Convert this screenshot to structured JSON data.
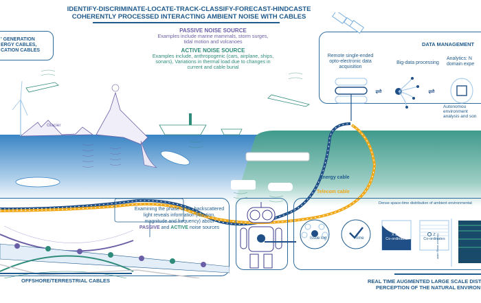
{
  "header": {
    "title_line1": "IDENTIFY-DISCRIMINATE-LOCATE-TRACK-CLASSIFY-FORECAST-HINDCASTE",
    "title_line2": "COHERENTLY PROCESSED INTERACTING AMBIENT NOISE WITH CABLES"
  },
  "left_box": {
    "lines": [
      "' GENERATION",
      "ERGY CABLES,",
      "CATION CABLES"
    ]
  },
  "noise_sources": {
    "passive_title": "PASSIVE NOISE SOURCE",
    "passive_text_1": "Examples include marine mammals, storm surges,",
    "passive_text_2": "tidal motion and volcanoes",
    "active_title": "ACTIVE NOISE SOURCE",
    "active_text_1": "Examples include, anthropogenic (cars, airplane, ships,",
    "active_text_2": "sonars), Variations in thermal load due to changes in",
    "active_text_3": "current and cable burial"
  },
  "data_management": {
    "title": "DATA MANAGEMENT",
    "acquisition": "Remote single-ended opto-electronic data acquisition",
    "processing": "Big-data processing",
    "analytics_1": "Analytics: N",
    "analytics_2": "domain expe",
    "autonomous_1": "Autonomou",
    "autonomous_2": "environment",
    "autonomous_3": "analysis and son"
  },
  "scene": {
    "glacier_label": "Glacier",
    "energy_cable_label": "Energy cable",
    "telecom_cable_label": "Telecom cable",
    "colors": {
      "energy": "#1f4f86",
      "telecom": "#f0a818",
      "sea": "#3d86c6",
      "land": "#3f9a8c"
    }
  },
  "backscatter": {
    "line1": "Examining the phase of the backscattered",
    "line2": "light reveals information (location,",
    "line3": "magnitude and frequency) about",
    "passive": "PASSIVE",
    "and": " and ",
    "active": "ACTIVE",
    "rest": " noise sources",
    "footer": "OFFSHORE/TERRESTRIAL CABLES"
  },
  "perception": {
    "dense_label": "Dense space-time distribution of ambient environmental",
    "issue_log": "Issue log",
    "time": "Time",
    "xy_1": "X & Y",
    "xy_2": "Co-ordinates",
    "z_1": "Z",
    "z_2": "Co-ordinates",
    "axis_label": "Distance along cable",
    "footer_1": "REAL TIME AUGMENTED LARGE SCALE DIST",
    "footer_2": "PERCEPTION OF THE NATURAL ENVIRON"
  }
}
